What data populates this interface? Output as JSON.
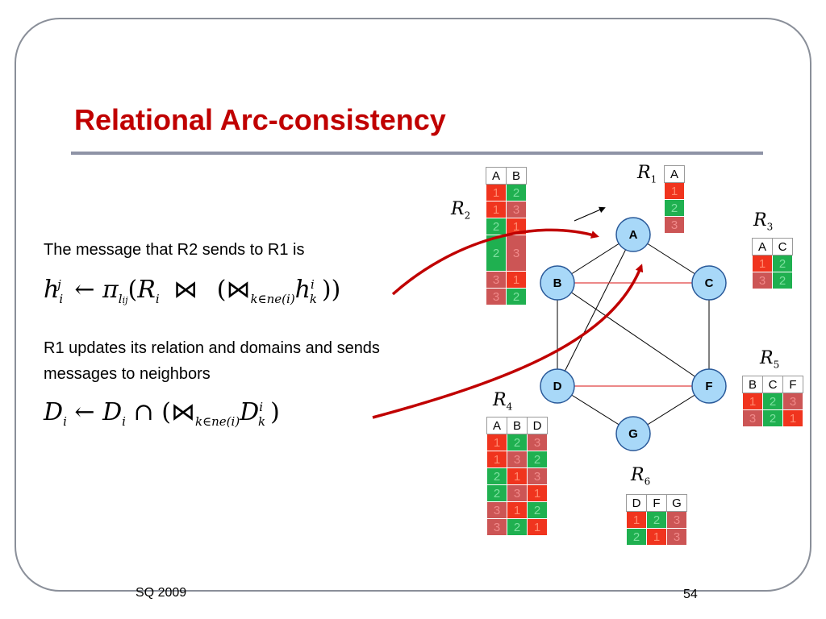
{
  "slide": {
    "title": "Relational Arc-consistency",
    "text1": "The message that R2 sends to R1 is",
    "text2": "R1 updates its relation and domains and sends messages to neighbors",
    "footer_left": "SQ 2009",
    "footer_right": "54"
  },
  "formulas": {
    "h": "h",
    "h_sub": "i",
    "h_sup": "j",
    "arrow": "←",
    "pi": "π",
    "pi_sub": "l",
    "pi_sub2": "ij",
    "R": "R",
    "R_sub": "i",
    "join": "⋈",
    "paren_open": "(",
    "paren_close": ")",
    "join_sub": "k∈ne(i)",
    "hk": "h",
    "hk_sup": "i",
    "hk_sub": "k",
    "D": "D",
    "D_sub": "i",
    "cap": "∩",
    "Dk": "D",
    "Dk_sup": "i",
    "Dk_sub": "k"
  },
  "relations": {
    "R1": {
      "label": "R",
      "sub": "1",
      "cols": [
        "A"
      ],
      "rows": [
        [
          [
            "1",
            "r"
          ]
        ],
        [
          [
            "2",
            "g"
          ]
        ],
        [
          [
            "3",
            "p"
          ]
        ]
      ]
    },
    "R2": {
      "label": "R",
      "sub": "2",
      "cols": [
        "A",
        "B"
      ],
      "rows": [
        [
          [
            "1",
            "r"
          ],
          [
            "2",
            "g"
          ]
        ],
        [
          [
            "1",
            "r"
          ],
          [
            "3",
            "p"
          ]
        ],
        [
          [
            "2",
            "g"
          ],
          [
            "1",
            "r"
          ]
        ],
        [
          [
            "2",
            "g"
          ],
          [
            "3",
            "p"
          ]
        ],
        [
          [
            "3",
            "p"
          ],
          [
            "1",
            "r"
          ]
        ],
        [
          [
            "3",
            "p"
          ],
          [
            "2",
            "g"
          ]
        ]
      ]
    },
    "R3": {
      "label": "R",
      "sub": "3",
      "cols": [
        "A",
        "C"
      ],
      "rows": [
        [
          [
            "1",
            "r"
          ],
          [
            "2",
            "g"
          ]
        ],
        [
          [
            "3",
            "p"
          ],
          [
            "2",
            "g"
          ]
        ]
      ]
    },
    "R4": {
      "label": "R",
      "sub": "4",
      "cols": [
        "A",
        "B",
        "D"
      ],
      "rows": [
        [
          [
            "1",
            "r"
          ],
          [
            "2",
            "g"
          ],
          [
            "3",
            "p"
          ]
        ],
        [
          [
            "1",
            "r"
          ],
          [
            "3",
            "p"
          ],
          [
            "2",
            "g"
          ]
        ],
        [
          [
            "2",
            "g"
          ],
          [
            "1",
            "r"
          ],
          [
            "3",
            "p"
          ]
        ],
        [
          [
            "2",
            "g"
          ],
          [
            "3",
            "p"
          ],
          [
            "1",
            "r"
          ]
        ],
        [
          [
            "3",
            "p"
          ],
          [
            "1",
            "r"
          ],
          [
            "2",
            "g"
          ]
        ],
        [
          [
            "3",
            "p"
          ],
          [
            "2",
            "g"
          ],
          [
            "1",
            "r"
          ]
        ]
      ]
    },
    "R5": {
      "label": "R",
      "sub": "5",
      "cols": [
        "B",
        "C",
        "F"
      ],
      "rows": [
        [
          [
            "1",
            "r"
          ],
          [
            "2",
            "g"
          ],
          [
            "3",
            "p"
          ]
        ],
        [
          [
            "3",
            "p"
          ],
          [
            "2",
            "g"
          ],
          [
            "1",
            "r"
          ]
        ]
      ]
    },
    "R6": {
      "label": "R",
      "sub": "6",
      "cols": [
        "D",
        "F",
        "G"
      ],
      "rows": [
        [
          [
            "1",
            "r"
          ],
          [
            "2",
            "g"
          ],
          [
            "3",
            "p"
          ]
        ],
        [
          [
            "2",
            "g"
          ],
          [
            "1",
            "r"
          ],
          [
            "3",
            "p"
          ]
        ]
      ]
    }
  },
  "graph": {
    "nodes": [
      {
        "id": "A",
        "label": "A"
      },
      {
        "id": "B",
        "label": "B"
      },
      {
        "id": "C",
        "label": "C"
      },
      {
        "id": "D",
        "label": "D"
      },
      {
        "id": "F",
        "label": "F"
      },
      {
        "id": "G",
        "label": "G"
      }
    ],
    "colors": {
      "node_fill": "#a8d8f8",
      "node_stroke": "#2a5a9a",
      "red_edge": "#e04040",
      "arrow": "#c00000"
    }
  }
}
